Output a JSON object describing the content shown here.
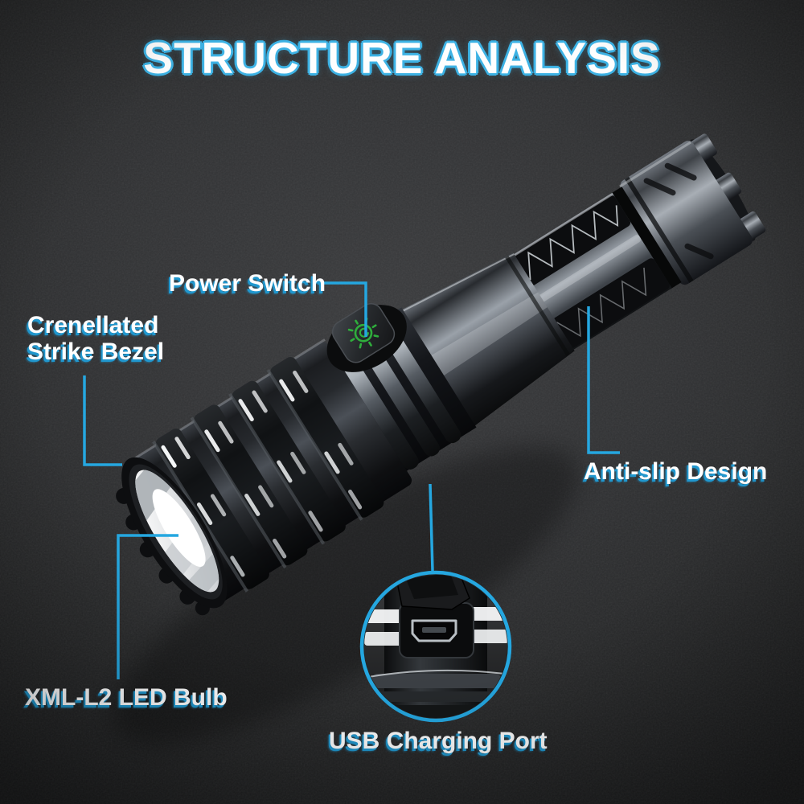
{
  "title": "STRUCTURE ANALYSIS",
  "colors": {
    "accent_cyan": "#29a8dd",
    "label_shadow_cyan": "#2097ce",
    "switch_indicator_green": "#2fae3c",
    "background_charcoal": "#2e2f31"
  },
  "icons": {
    "power_switch": "glow-sun-swirl-icon",
    "usb_port": "micro-usb-port"
  },
  "callouts": {
    "power_switch": {
      "label": "Power Switch"
    },
    "strike_bezel": {
      "label": "Crenellated Strike Bezel"
    },
    "anti_slip": {
      "label": "Anti-slip Design"
    },
    "led_bulb": {
      "label": "XML-L2 LED Bulb"
    },
    "usb_port": {
      "label": "USB Charging Port"
    }
  }
}
